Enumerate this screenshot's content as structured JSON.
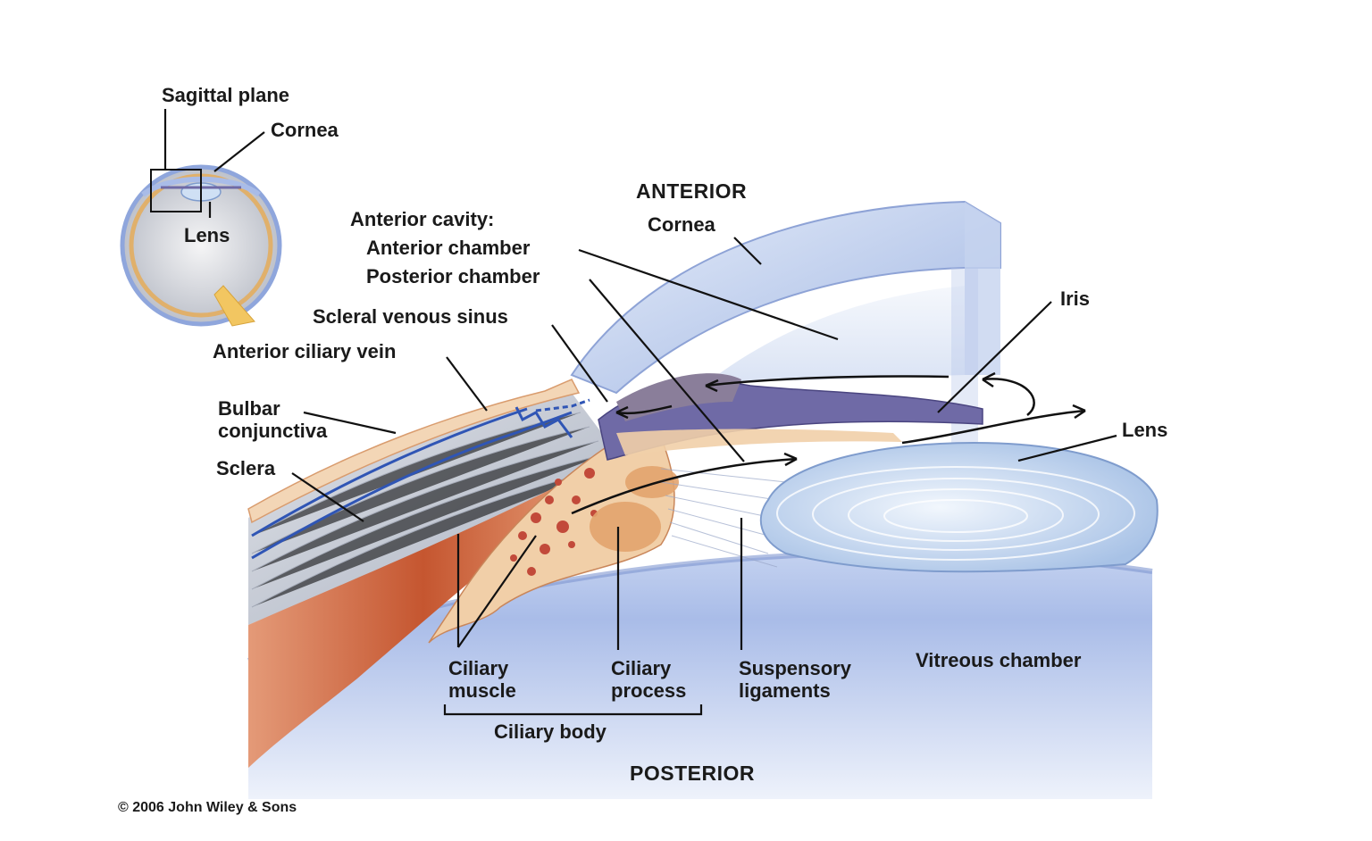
{
  "labels": {
    "sagittal_plane": "Sagittal plane",
    "cornea_small": "Cornea",
    "lens_small": "Lens",
    "anterior": "ANTERIOR",
    "cornea": "Cornea",
    "anterior_cavity": "Anterior cavity:",
    "anterior_chamber": "Anterior chamber",
    "posterior_chamber": "Posterior chamber",
    "scleral_venous_sinus": "Scleral venous sinus",
    "anterior_ciliary_vein": "Anterior ciliary vein",
    "bulbar_line1": "Bulbar",
    "bulbar_line2": "conjunctiva",
    "sclera": "Sclera",
    "iris": "Iris",
    "lens": "Lens",
    "ciliary_muscle_line1": "Ciliary",
    "ciliary_muscle_line2": "muscle",
    "ciliary_process_line1": "Ciliary",
    "ciliary_process_line2": "process",
    "suspensory_line1": "Suspensory",
    "suspensory_line2": "ligaments",
    "vitreous_chamber": "Vitreous chamber",
    "ciliary_body": "Ciliary body",
    "posterior": "POSTERIOR"
  },
  "copyright": "© 2006 John Wiley & Sons",
  "colors": {
    "vitreous": "#8fa6dc",
    "cornea": "#b9c9ec",
    "sclera": "#c9ced8",
    "muscle": "#c8653c",
    "ciliary_tissue": "#f1cfa8",
    "iris": "#6f6aa6",
    "lens": "#cfe0f4",
    "conjunctiva": "#f3d6b6",
    "vein": "#2f55b5"
  }
}
